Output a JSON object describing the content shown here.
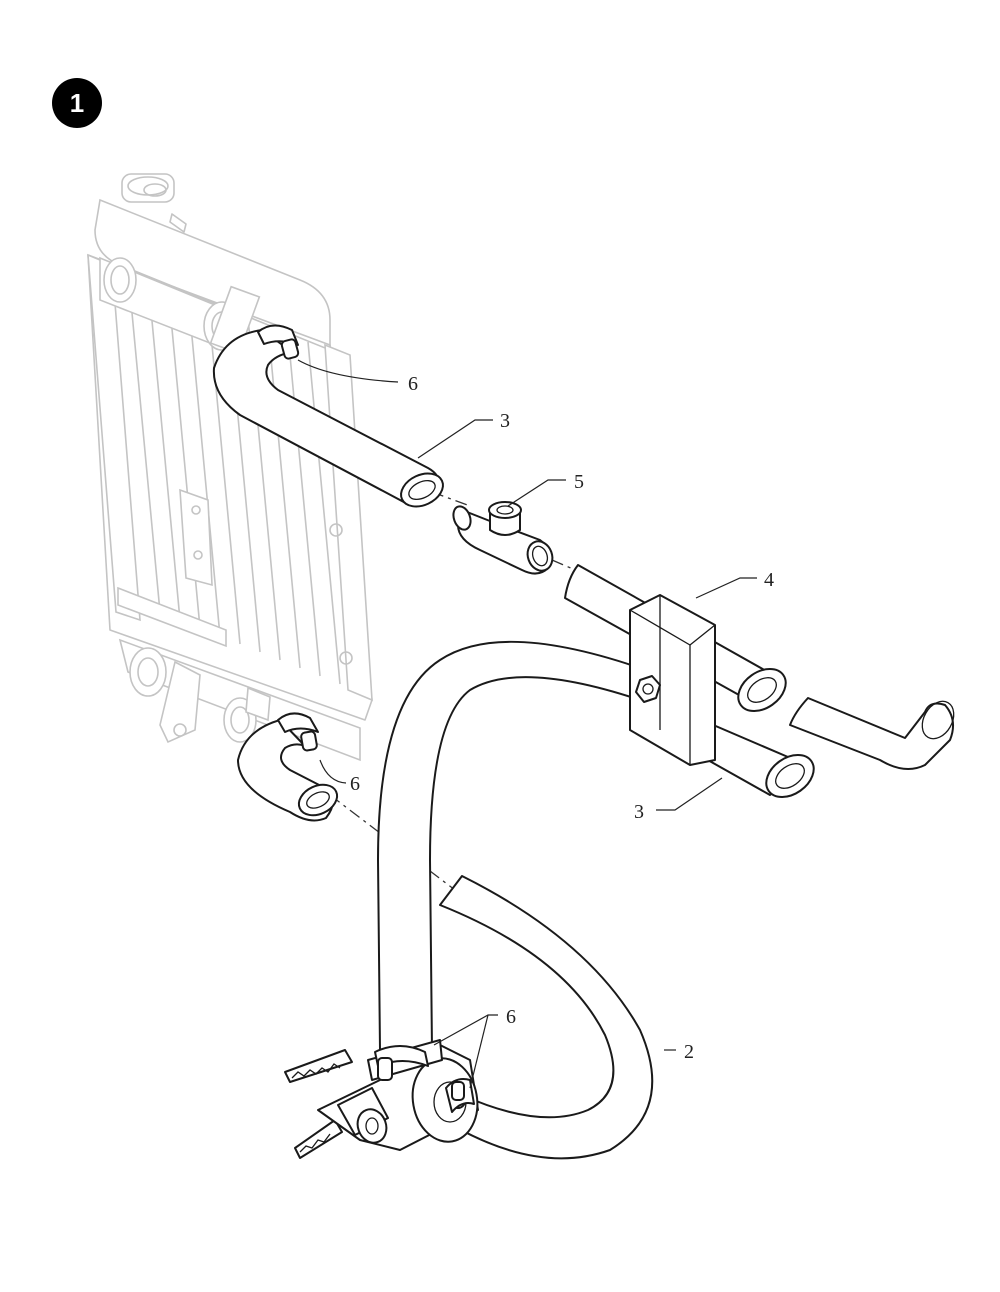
{
  "diagram": {
    "step_badge": "1",
    "callouts": [
      {
        "id": "c6a",
        "label": "6"
      },
      {
        "id": "c3a",
        "label": "3"
      },
      {
        "id": "c5",
        "label": "5"
      },
      {
        "id": "c4",
        "label": "4"
      },
      {
        "id": "c6b",
        "label": "6"
      },
      {
        "id": "c3b",
        "label": "3"
      },
      {
        "id": "c6c",
        "label": "6"
      },
      {
        "id": "c2",
        "label": "2"
      }
    ]
  }
}
